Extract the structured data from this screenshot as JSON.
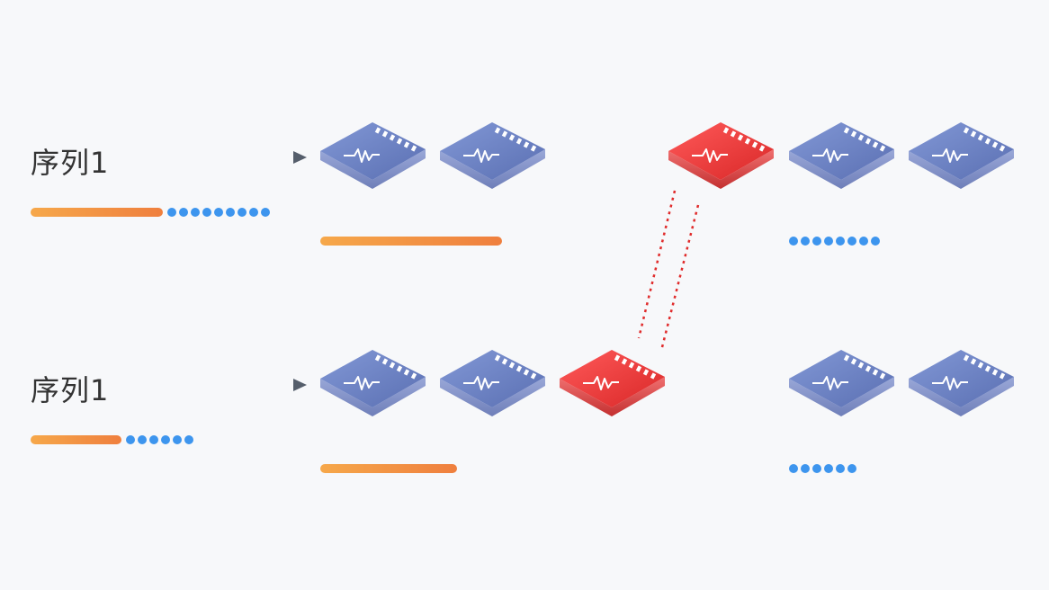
{
  "colors": {
    "background": "#f7f8fa",
    "label": "#333333",
    "arrow": "#555e6b",
    "bar_start": "#f6a84a",
    "bar_end": "#ef7f3e",
    "dot": "#3d95ee",
    "chip_blue_top": "#6f86c8",
    "chip_blue_side": "#4a5f9e",
    "chip_red_top": "#f04a4a",
    "chip_red_side": "#b51f1f",
    "link": "#e02b2b"
  },
  "rows": [
    {
      "label": "序列1",
      "input_queue": {
        "filled_fraction": 0.5,
        "dots": 9
      },
      "chips_left": [
        "chip-blue",
        "chip-blue"
      ],
      "chips_left_bar_fraction": 1.0,
      "chips_right": [
        "chip-red",
        "chip-blue",
        "chip-blue"
      ],
      "chips_right_dots": 8
    },
    {
      "label": "序列1",
      "input_queue": {
        "filled_fraction": 0.5,
        "dots": 6
      },
      "chips_left": [
        "chip-blue",
        "chip-blue",
        "chip-red"
      ],
      "chips_left_bar_fraction": 0.75,
      "chips_right": [
        "chip-blue",
        "chip-blue"
      ],
      "chips_right_dots": 6
    }
  ],
  "icons": {
    "chip": "network-chip-icon",
    "arrow": "arrow-right-icon",
    "link": "dotted-link-icon"
  }
}
